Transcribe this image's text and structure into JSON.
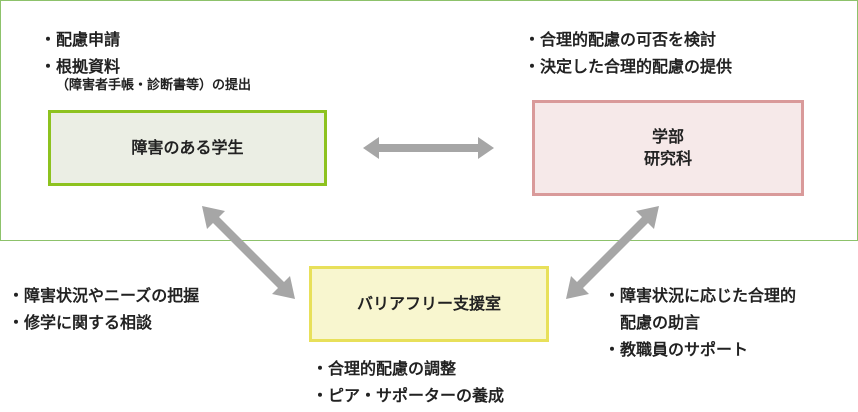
{
  "student_notes": {
    "item1": "・配慮申請",
    "item2": "・根拠資料",
    "item2_sub": "（障害者手帳・診断書等）の提出"
  },
  "faculty_notes": {
    "item1": "・合理的配慮の可否を検討",
    "item2": "・決定した合理的配慮の提供"
  },
  "student_box": {
    "label": "障害のある学生"
  },
  "faculty_box": {
    "line1": "学部",
    "line2": "研究科"
  },
  "office_box": {
    "label": "バリアフリー支援室"
  },
  "left_notes": {
    "item1": "・障害状況やニーズの把握",
    "item2": "・修学に関する相談"
  },
  "right_notes": {
    "item1": "・障害状況に応じた合理的",
    "item1_cont": "配慮の助言",
    "item2": "・教職員のサポート"
  },
  "bottom_notes": {
    "item1": "・合理的配慮の調整",
    "item2": "・ピア・サポーターの養成"
  },
  "colors": {
    "frame": "#8dc26b",
    "student_border": "#8dc21f",
    "student_fill": "#ebeee4",
    "faculty_border": "#d99a9a",
    "faculty_fill": "#f6e9e9",
    "office_border": "#e8e05a",
    "office_fill": "#f8f6cf",
    "arrow": "#a6a6a6"
  }
}
